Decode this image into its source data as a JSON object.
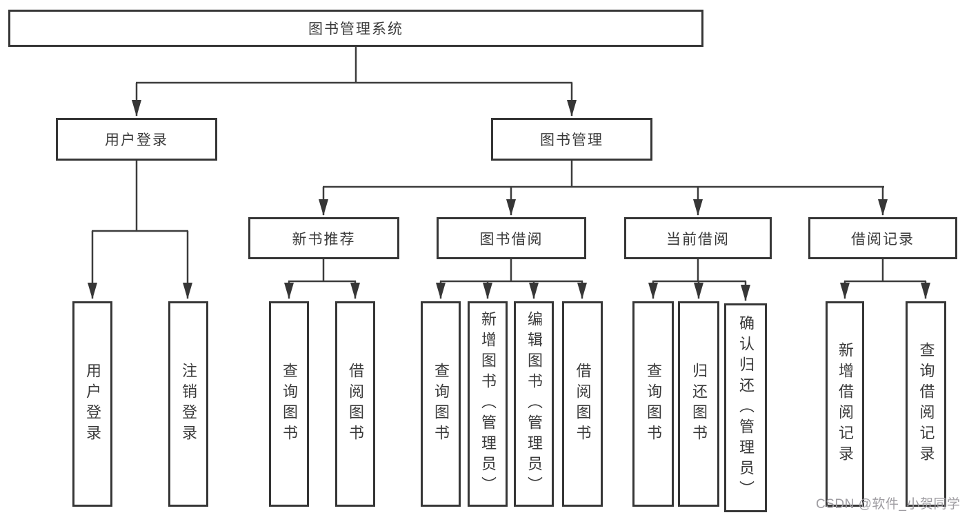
{
  "tree": {
    "label": "图书管理系统",
    "children": [
      {
        "label": "用户登录",
        "children": [
          {
            "label": "用户登录"
          },
          {
            "label": "注销登录"
          }
        ]
      },
      {
        "label": "图书管理",
        "children": [
          {
            "label": "新书推荐",
            "children": [
              {
                "label": "查询图书"
              },
              {
                "label": "借阅图书"
              }
            ]
          },
          {
            "label": "图书借阅",
            "children": [
              {
                "label": "查询图书"
              },
              {
                "label": "新增图书（管理员）"
              },
              {
                "label": "编辑图书（管理员）"
              },
              {
                "label": "借阅图书"
              }
            ]
          },
          {
            "label": "当前借阅",
            "children": [
              {
                "label": "查询图书"
              },
              {
                "label": "归还图书"
              },
              {
                "label": "确认归还（管理员）"
              }
            ]
          },
          {
            "label": "借阅记录",
            "children": [
              {
                "label": "新增借阅记录"
              },
              {
                "label": "查询借阅记录"
              }
            ]
          }
        ]
      }
    ]
  },
  "watermark": {
    "text": "CSDN @软件_小贺同学"
  },
  "colors": {
    "line": "#3c3c3c",
    "box_border": "#363636",
    "box_background": "#ffffff",
    "text": "#3a3a3a",
    "watermark_text": "#9e9ca1"
  }
}
